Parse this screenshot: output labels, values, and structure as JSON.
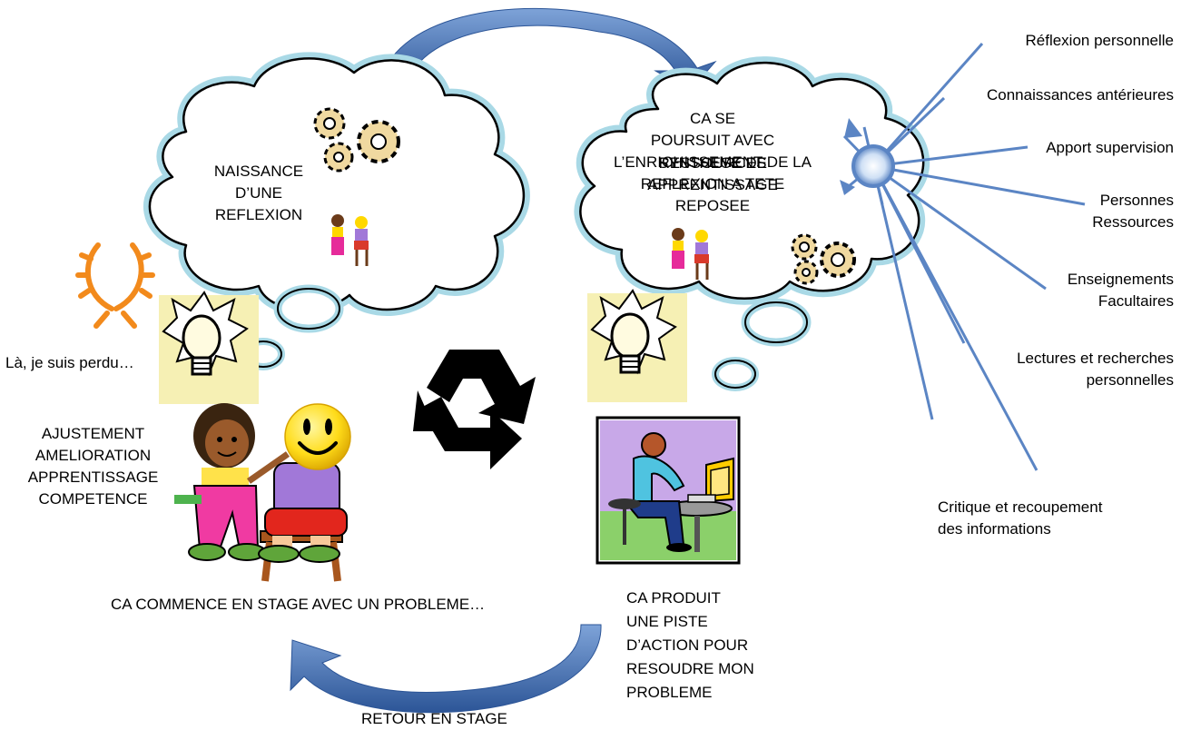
{
  "left_cloud": {
    "line1": "NAISSANCE",
    "line2": "D’UNE",
    "line3": "REFLEXION"
  },
  "right_cloud": {
    "main_line1": "CA SE",
    "main_line2": "POURSUIT AVEC",
    "main_line3": "L’ENRICHISSEMENT DE LA",
    "main_line4": "REFLEXION A TETE",
    "main_line5": "REPOSEE",
    "overlap_line1": "SYNTHESE DE",
    "overlap_line2": "RESSOURCES",
    "overlap_line3": "APPRENTISSAGE"
  },
  "lost_text": "Là, je suis perdu…",
  "ajustement": [
    "AJUSTEMENT",
    "AMELIORATION",
    "APPRENTISSAGE",
    "COMPETENCE"
  ],
  "start_text": "CA COMMENCE EN STAGE AVEC UN PROBLEME…",
  "produces": [
    "CA PRODUIT",
    "UNE PISTE",
    "D’ACTION POUR",
    "RESOUDRE MON",
    "PROBLEME"
  ],
  "return_text": "RETOUR EN STAGE",
  "resources": {
    "r1": "Réflexion personnelle",
    "r2": "Connaissances antérieures",
    "r3": "Apport supervision",
    "r4_line1": "Personnes",
    "r4_line2": "Ressources",
    "r5_line1": "Enseignements",
    "r5_line2": "Facultaires",
    "r6_line1": "Lectures et recherches",
    "r6_line2": "personnelles",
    "r7_line1": "Critique et recoupement",
    "r7_line2": "des informations"
  },
  "colors": {
    "arrow": "#3b63a8",
    "ray": "#5b85c4",
    "cloud_glow": "#a9d9e6",
    "laurel": "#f28a1c",
    "bulb_bg": "#f6f0b4"
  },
  "icons": [
    "gear-icon",
    "children-icon",
    "laurel-icon",
    "lightbulb-icon",
    "recycle-icon",
    "smiley-icon",
    "thinker-computer-icon"
  ]
}
